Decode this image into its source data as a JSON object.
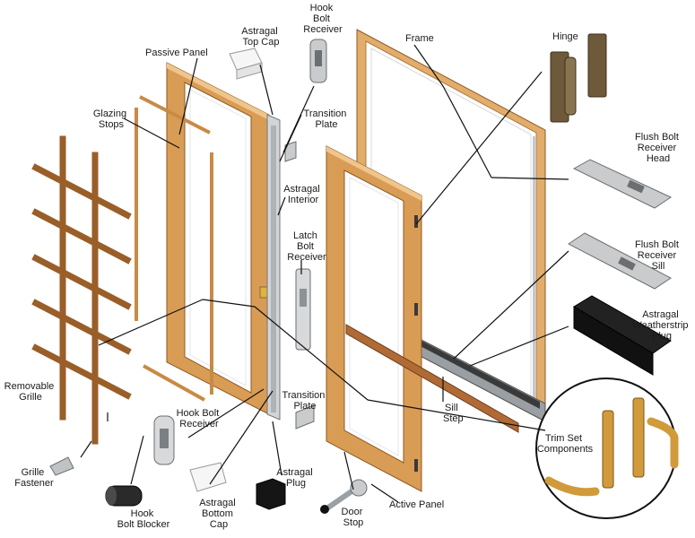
{
  "colors": {
    "wood_light": "#e6b474",
    "wood": "#c98a45",
    "wood_dark": "#8f5a24",
    "metal": "#c9cbcd",
    "metal_dark": "#8d9296",
    "brass": "#d19a3a",
    "bronze": "#6e5a3a",
    "black": "#1b1b1b",
    "leader": "#111111"
  },
  "labels": {
    "frame": "Frame",
    "hinge": "Hinge",
    "hook_bolt_receiver_top": [
      "Hook",
      "Bolt",
      "Receiver"
    ],
    "astragal_top_cap": [
      "Astragal",
      "Top Cap"
    ],
    "passive_panel": "Passive Panel",
    "glazing_stops": [
      "Glazing",
      "Stops"
    ],
    "transition_plate_top": [
      "Transition",
      "Plate"
    ],
    "astragal_interior": [
      "Astragal",
      "Interior"
    ],
    "flush_bolt_receiver_head": [
      "Flush Bolt",
      "Receiver",
      "Head"
    ],
    "latch_bolt_receiver": [
      "Latch",
      "Bolt",
      "Receiver"
    ],
    "flush_bolt_receiver_sill": [
      "Flush Bolt",
      "Receiver",
      "Sill"
    ],
    "astragal_weatherstrip_plug": [
      "Astragal",
      "Weatherstrip",
      "Plug"
    ],
    "removable_grille": [
      "Removable",
      "Grille"
    ],
    "transition_plate_bottom": [
      "Transition",
      "Plate"
    ],
    "hook_bolt_receiver_bottom": [
      "Hook Bolt",
      "Receiver"
    ],
    "sill": "Sill",
    "step": "Step",
    "trim_set_components": [
      "Trim Set",
      "Components"
    ],
    "grille_fastener": [
      "Grille",
      "Fastener"
    ],
    "hook_bolt_blocker": [
      "Hook",
      "Bolt Blocker"
    ],
    "astragal_bottom_cap": [
      "Astragal",
      "Bottom",
      "Cap"
    ],
    "astragal_plug": [
      "Astragal",
      "Plug"
    ],
    "door_stop": [
      "Door",
      "Stop"
    ],
    "active_panel": "Active Panel"
  }
}
